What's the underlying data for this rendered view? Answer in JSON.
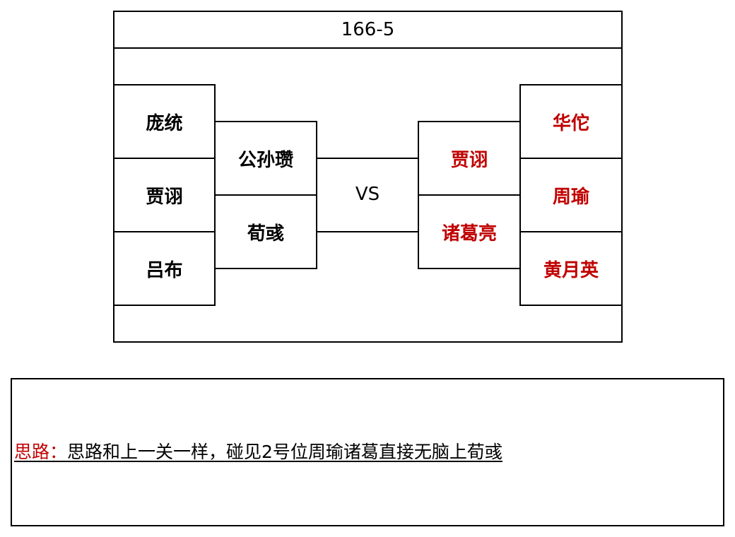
{
  "title": "166-5",
  "vs": "VS",
  "left": {
    "outer": [
      "庞统",
      "贾诩",
      "吕布"
    ],
    "inner": [
      "公孙瓒",
      "荀彧"
    ]
  },
  "right": {
    "inner": [
      "贾诩",
      "诸葛亮"
    ],
    "outer": [
      "华佗",
      "周瑜",
      "黄月英"
    ]
  },
  "note": {
    "label": "思路：",
    "text": "思路和上一关一样，碰见2号位周瑜诸葛直接无脑上荀彧"
  },
  "colors": {
    "right_team": "#c00000",
    "note_label": "#c00000"
  }
}
